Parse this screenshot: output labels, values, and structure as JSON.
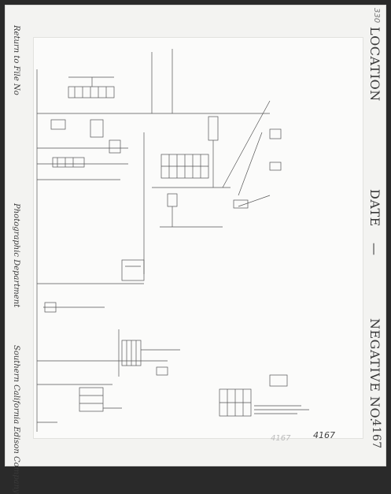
{
  "left_labels": {
    "return_to_file": "Return to File No",
    "department": "Photographic Department",
    "company": "Southern California Edison Company"
  },
  "right_labels": {
    "location": "LOCATION",
    "date": "DATE",
    "date_dash": "—",
    "negative_no": "NEGATIVE NO.",
    "negative_value": "4167"
  },
  "handwritten": {
    "top_corner": "330",
    "bottom_number": "4167",
    "bottom_faint": "4167"
  },
  "colors": {
    "card": "#f3f3f1",
    "ink": "#3a3a3a",
    "line": "#555555"
  }
}
